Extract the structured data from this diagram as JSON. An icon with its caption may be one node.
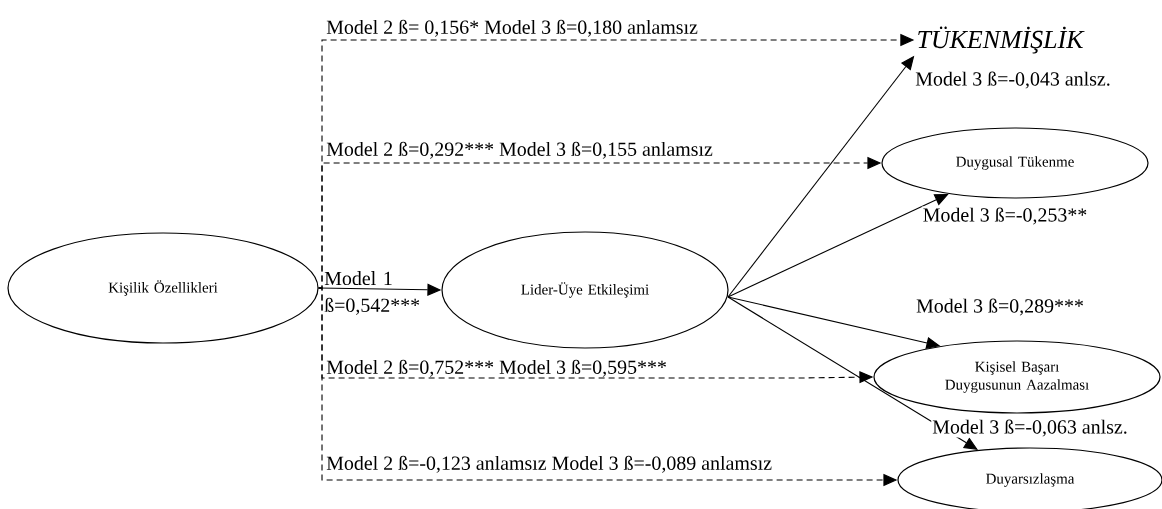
{
  "diagram": {
    "nodes": [
      {
        "text": [
          "Kişilik Özellikleri"
        ]
      },
      {
        "text": [
          "Lider-Üye Etkileşimi"
        ]
      },
      {
        "text": [
          "TÜKENMİŞLİK"
        ]
      },
      {
        "text": [
          "Duygusal Tükenme"
        ]
      },
      {
        "text": [
          "Kişisel Başarı Duygusunun Aazalması"
        ]
      },
      {
        "text": [
          "Duyarsızlaşma"
        ]
      }
    ],
    "edges": [
      {
        "from": 0,
        "to": 2,
        "arrow": "to",
        "style": "dashed",
        "label": "Model 2 ß= 0,156* Model 3 ß=0,180 anlamsız"
      },
      {
        "from": 0,
        "to": 3,
        "arrow": "to",
        "style": "dashed",
        "label": "Model 2 ß=0,292*** Model 3 ß=0,155 anlamsız"
      },
      {
        "from": 0,
        "to": 1,
        "arrow": "to",
        "label": "Model 1 ß=0,542***"
      },
      {
        "from": 0,
        "to": 4,
        "arrow": "to",
        "style": "dashed",
        "label": "Model 2 ß=0,752*** Model 3 ß=0,595***"
      },
      {
        "from": 0,
        "to": 5,
        "arrow": "to",
        "style": "dashed",
        "label": "Model 2 ß=-0,123 anlamsız Model 3 ß=-0,089 anlamsız"
      },
      {
        "from": 1,
        "to": 2,
        "arrow": "to"
      },
      {
        "from": 1,
        "to": 3,
        "arrow": "to"
      },
      {
        "from": 1,
        "to": 4,
        "arrow": "to"
      },
      {
        "from": 1,
        "to": 5,
        "arrow": "to"
      }
    ],
    "labels": [
      "Model 3 ß=-0,043 anlsz.",
      "Model 3 ß=-0,253**",
      "Model 3 ß=0,289***",
      "Model 3 ß=-0,063 anlsz."
    ]
  }
}
